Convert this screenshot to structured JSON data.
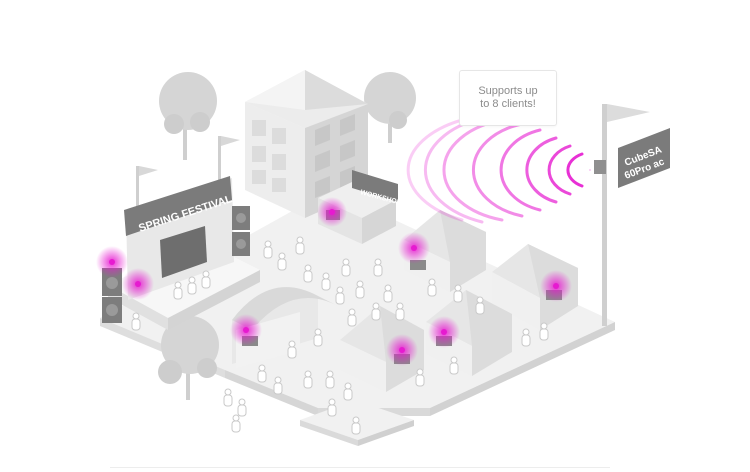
{
  "callout": {
    "line1": "Supports up",
    "line2": "to 8 clients!"
  },
  "stage_banner": "SPRING FESTIVAL",
  "workshop_sign": "WORKSHOP",
  "flag": {
    "line1": "CubeSA",
    "line2": "60Pro ac"
  },
  "colors": {
    "signal": "#e61ad0",
    "signal_light": "#f7b6ee",
    "ground": "#f0f0f0",
    "structure": "#dcdcdc",
    "dark_panel": "#7b7b7b"
  },
  "icons": [
    "tree-icon",
    "flag-icon",
    "person-icon",
    "wifi-signal-icon",
    "speaker-icon"
  ]
}
